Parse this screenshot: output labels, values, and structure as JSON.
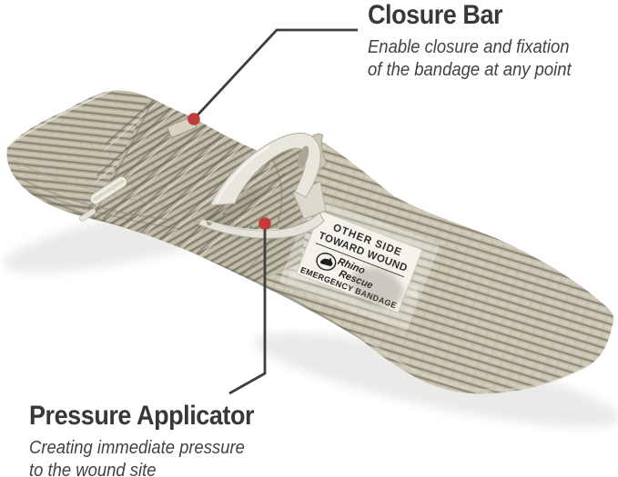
{
  "figure": {
    "annotations": {
      "closure_bar": {
        "title": "Closure Bar",
        "description_line1": "Enable closure and fixation",
        "description_line2": "of the bandage at any point"
      },
      "pressure_applicator": {
        "title": "Pressure Applicator",
        "description_line1": "Creating immediate pressure",
        "description_line2": "to the wound site"
      }
    },
    "product_label": {
      "side_note_line1": "OTHER SIDE",
      "side_note_line2": "TOWARD WOUND",
      "brand_line1": "Rhino",
      "brand_line2": "Rescue",
      "product_name": "EMERGENCY BANDAGE"
    },
    "colors": {
      "marker_red": "#c23a3a",
      "leader_line": "#3e3e3e",
      "title_text": "#383838",
      "subtitle_text": "#424242",
      "fabric_base": "#c2bcab",
      "fabric_stripe": "#8e8875",
      "plastic": "#e9e6dd",
      "background": "#ffffff"
    }
  }
}
